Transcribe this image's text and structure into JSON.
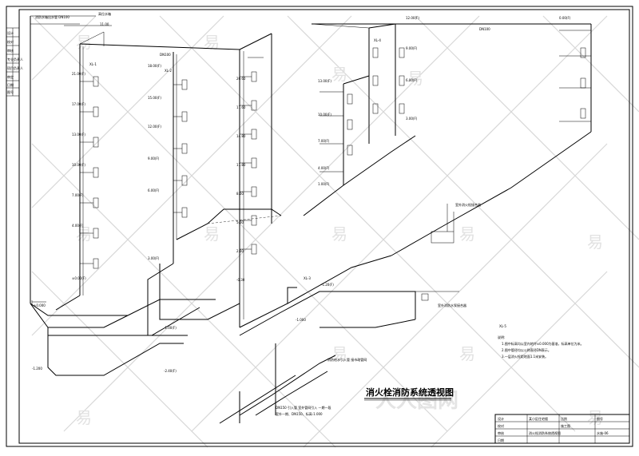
{
  "drawing": {
    "title": "消火栓消防系统透视图",
    "watermark": "易",
    "watermark_logo": "人人图网",
    "left_strip": [
      "设计",
      "校对",
      "审核",
      "专业负责人",
      "项目负责人",
      "审定",
      "日期",
      "图号"
    ]
  },
  "labels": {
    "top_left_note": "消防水箱出水管 DN100",
    "top_left_value": "11.00",
    "tank_label": "高位水箱",
    "roof_pipe_dn": "DN100",
    "fire_pump_label": "室外消火栓接合器",
    "connector_label": "室外消防水泵接合器",
    "riser_label_1": "XL-1",
    "riser_label_2": "XL-2",
    "riser_label_3": "XL-3",
    "riser_label_4": "XL-4",
    "riser_label_5": "XL-5",
    "bottom_note": "DN150 引入管 室外管网引入 一期一段",
    "bottom_note2": "室外一期、DN150、标高-1.000",
    "entry_label": "消防给水引入管 接市政管网"
  },
  "elevations": {
    "left_col": [
      "21.00(F)",
      "17.00(F)",
      "13.00(F)",
      "10.00(F)",
      "7.00(F)",
      "4.00(F)",
      "±0.00(F)"
    ],
    "mid_col": [
      "18.00(F)",
      "15.00(F)",
      "12.00(F)",
      "9.00(F)",
      "6.00(F)",
      "3.00(F)",
      "-1.00(F)"
    ],
    "right_col": [
      "20.60",
      "17.60",
      "14.80",
      "11.80",
      "8.60",
      "5.60",
      "2.60",
      "-0.30"
    ],
    "far_right_col": [
      "13.00(F)",
      "10.00(F)",
      "7.00(F)",
      "4.00(F)",
      "1.00(F)"
    ],
    "upper_right_col": [
      "12.00(F)",
      "9.00(F)",
      "6.00(F)",
      "3.00(F)",
      "0.00(F)"
    ],
    "misc": [
      "-1.200",
      "±0.000",
      "-2.40(F)",
      "-1.000",
      "-1.20(F)"
    ]
  },
  "notes": {
    "heading": "说明:",
    "items": [
      "1.图中标高均以室内地坪±0.000为基准，标高单位为米。",
      "2.图中管径均以公称直径DN表示。",
      "3.一层消火栓距地面1.1米安装。"
    ]
  },
  "title_block": {
    "project": "某小区住宅楼",
    "drawing_name": "消火栓消防系统透视图",
    "drawn": "设计",
    "checked": "校对",
    "approved": "审核",
    "scale": "比例",
    "sheet": "图号",
    "stage": "施工图",
    "date": "日期",
    "sheet_no": "水施-06"
  }
}
